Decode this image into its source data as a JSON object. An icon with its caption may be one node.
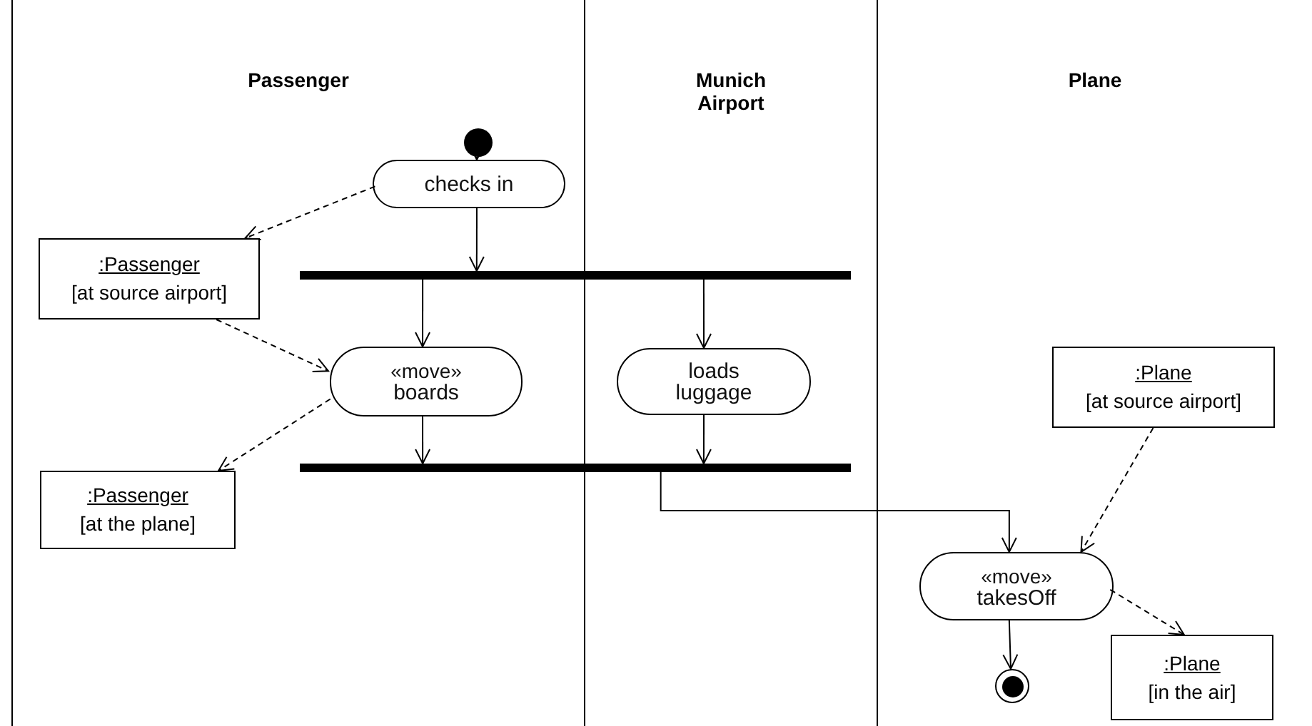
{
  "diagram": {
    "nodes": [
      {
        "text": [
          "Passenger"
        ]
      },
      {
        "text": [
          "Munich Airport"
        ]
      },
      {
        "text": [
          "Plane"
        ]
      },
      {
        "text": [],
        "shape": "circle",
        "in": 0
      },
      {
        "text": [
          "checks in"
        ],
        "in": 0
      },
      {
        "text": [
          ":Passenger",
          "[at source airport]"
        ],
        "in": 0
      },
      {
        "text": [],
        "shape": "bar"
      },
      {
        "text": [
          "«move»",
          "boards"
        ],
        "in": 0
      },
      {
        "text": [
          "loads luggage"
        ],
        "in": 1
      },
      {
        "text": [],
        "shape": "bar"
      },
      {
        "text": [
          ":Passenger",
          "[at the plane]"
        ],
        "in": 0
      },
      {
        "text": [
          ":Plane",
          "[at source airport]"
        ],
        "in": 2
      },
      {
        "text": [
          "«move»",
          "takesOff"
        ],
        "in": 2
      },
      {
        "text": [
          ":Plane",
          "[in the air]"
        ],
        "in": 2
      },
      {
        "text": [],
        "shape": "circle",
        "in": 2
      }
    ],
    "edges": [
      {
        "from": 3,
        "to": 4,
        "arrow": "to"
      },
      {
        "from": 4,
        "to": 6,
        "arrow": "to"
      },
      {
        "from": 4,
        "to": 5,
        "arrow": "to",
        "style": "dashed"
      },
      {
        "from": 6,
        "to": 7,
        "arrow": "to"
      },
      {
        "from": 6,
        "to": 8,
        "arrow": "to"
      },
      {
        "from": 5,
        "to": 7,
        "arrow": "to",
        "style": "dashed"
      },
      {
        "from": 7,
        "to": 9,
        "arrow": "to"
      },
      {
        "from": 8,
        "to": 9,
        "arrow": "to"
      },
      {
        "from": 7,
        "to": 10,
        "arrow": "to",
        "style": "dashed"
      },
      {
        "from": 9,
        "to": 12,
        "arrow": "to"
      },
      {
        "from": 11,
        "to": 12,
        "arrow": "to",
        "style": "dashed"
      },
      {
        "from": 12,
        "to": 13,
        "arrow": "to",
        "style": "dashed"
      },
      {
        "from": 12,
        "to": 14,
        "arrow": "to"
      }
    ]
  }
}
